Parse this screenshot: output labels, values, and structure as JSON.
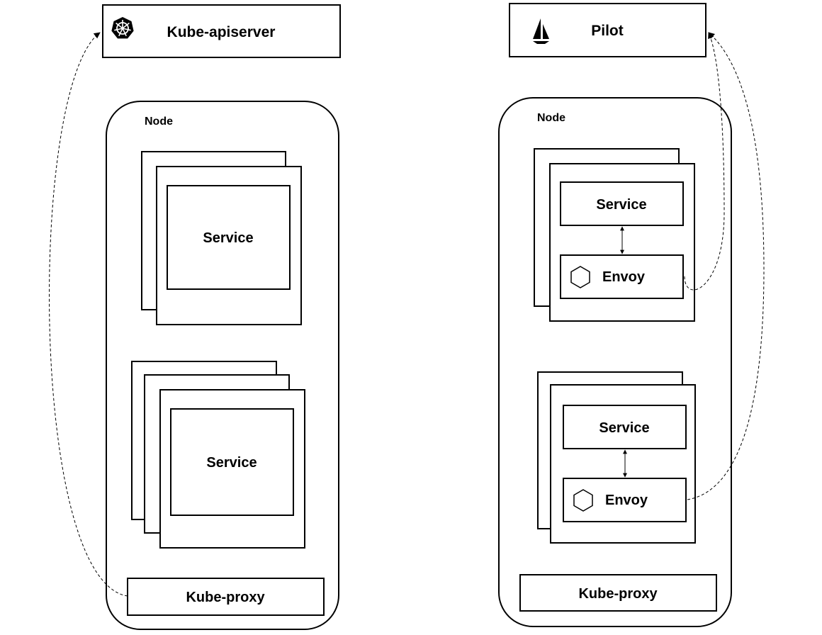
{
  "kube_apiserver": {
    "label": "Kube-apiserver",
    "icon": "kubernetes-helm-icon"
  },
  "pilot": {
    "label": "Pilot",
    "icon": "istio-sail-icon"
  },
  "left_node": {
    "label": "Node",
    "services": [
      "Service",
      "Service"
    ],
    "proxy_label": "Kube-proxy"
  },
  "right_node": {
    "label": "Node",
    "pods": [
      {
        "service_label": "Service",
        "sidecar_label": "Envoy",
        "sidecar_icon": "hexagon-icon"
      },
      {
        "service_label": "Service",
        "sidecar_label": "Envoy",
        "sidecar_icon": "hexagon-icon"
      }
    ],
    "proxy_label": "Kube-proxy"
  }
}
